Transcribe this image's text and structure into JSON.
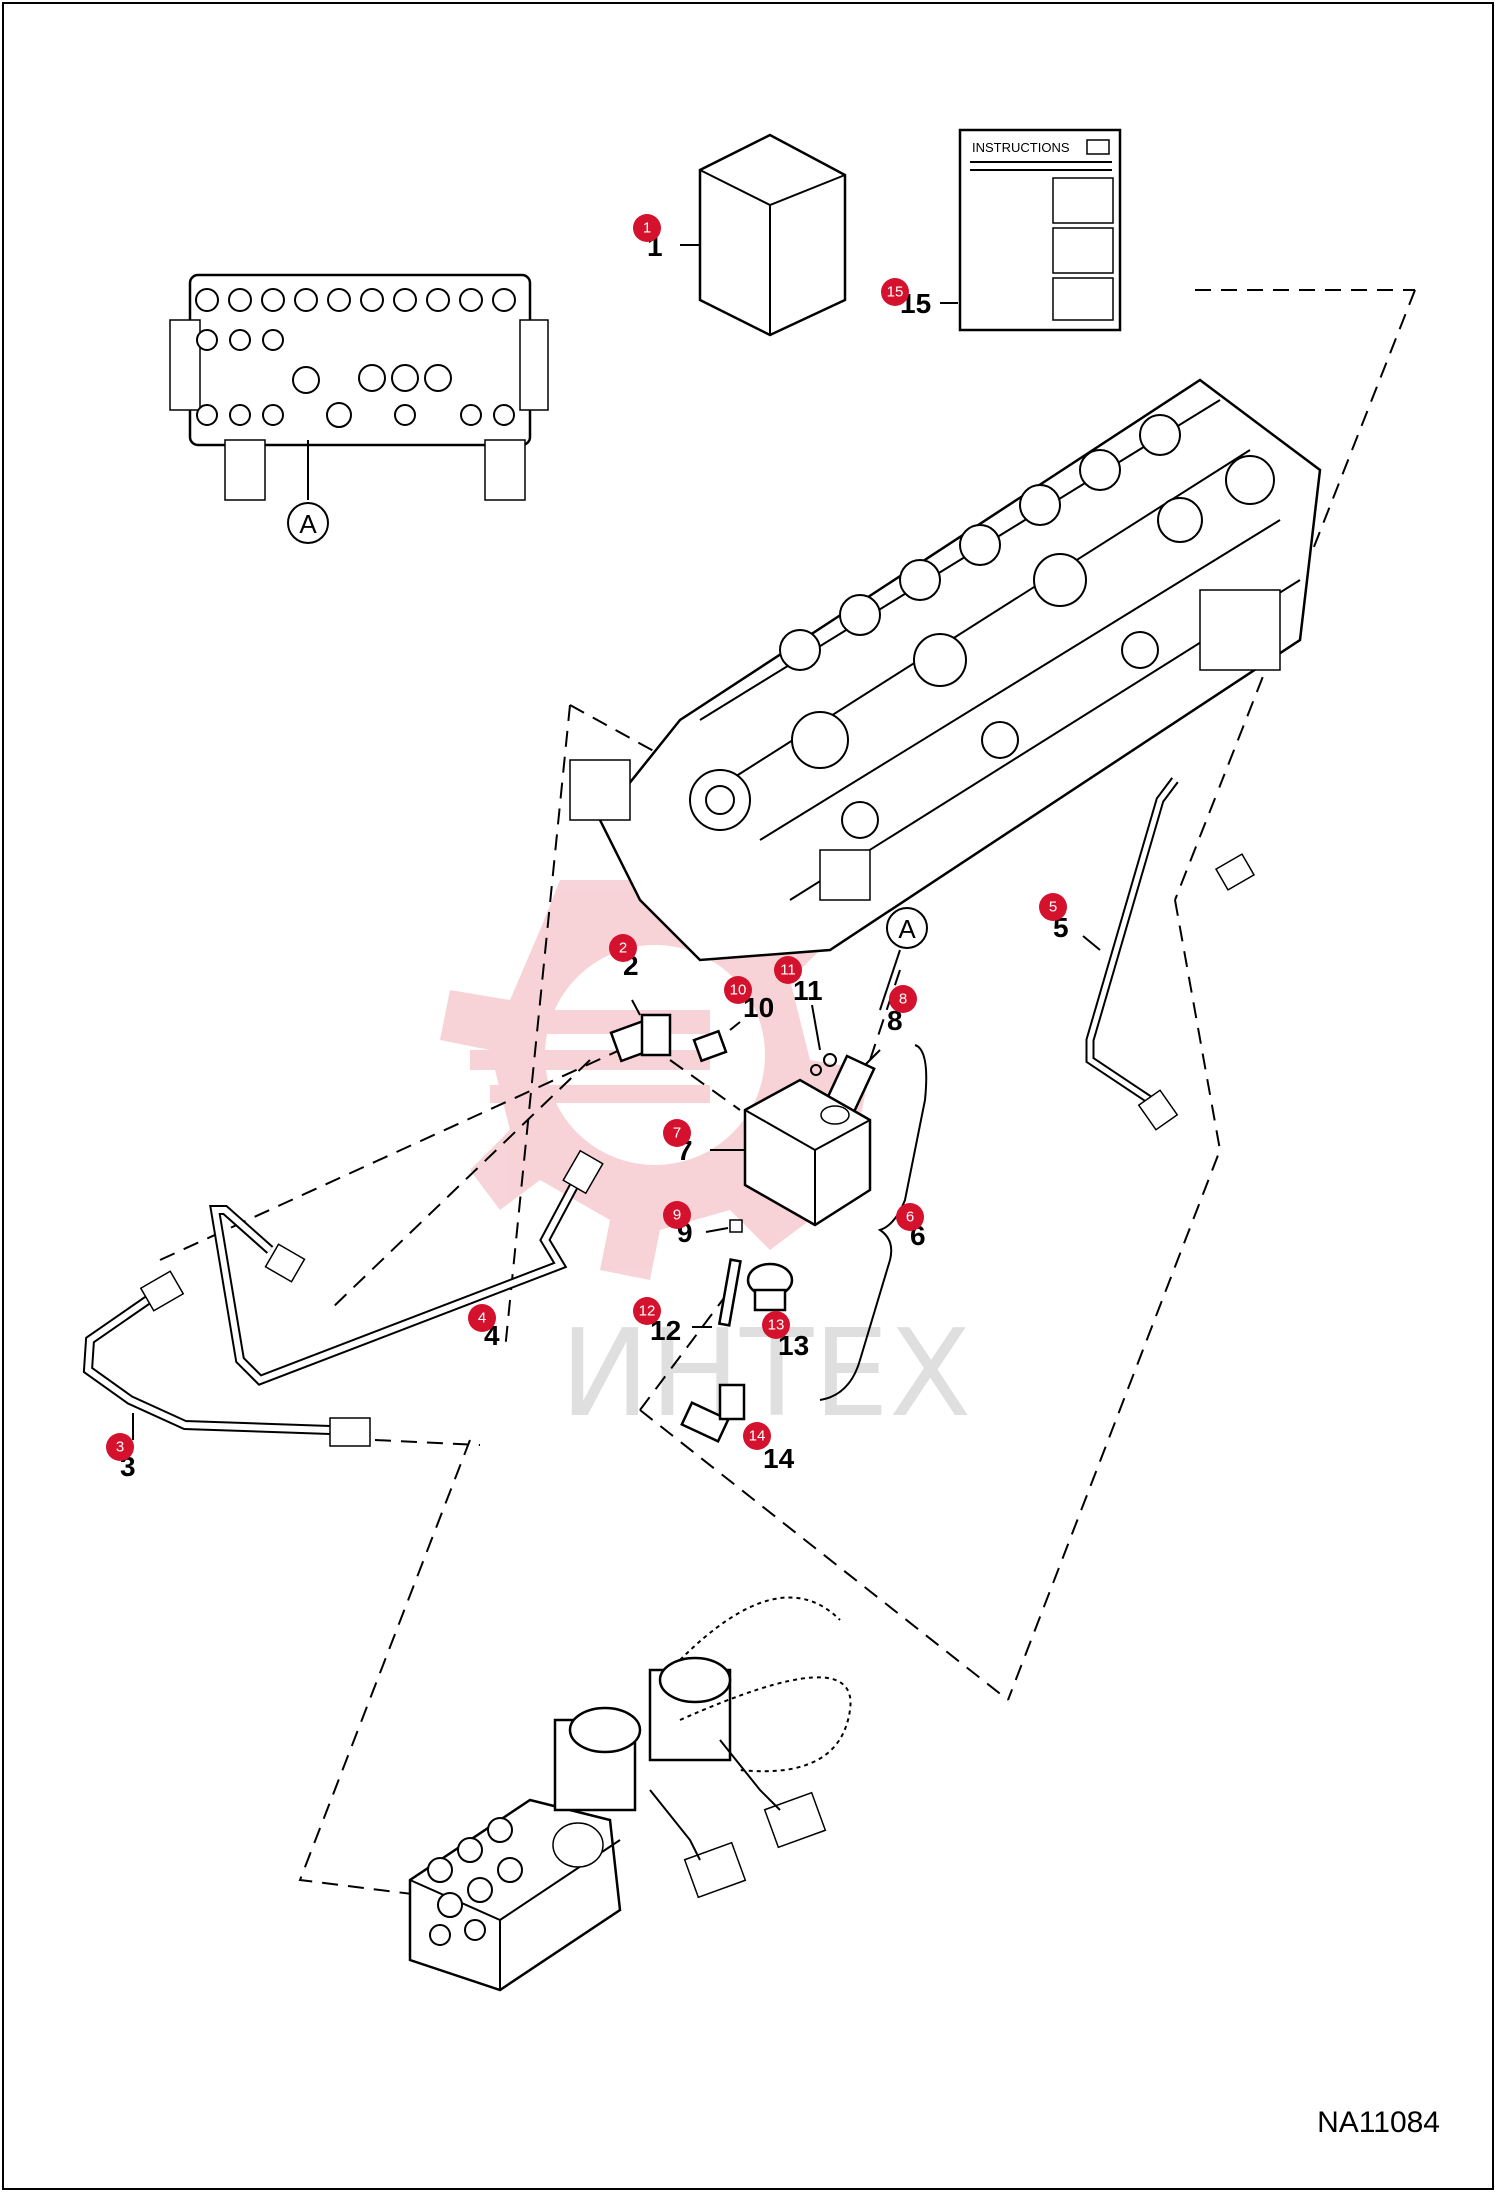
{
  "diagram": {
    "reference_code": "NA11084",
    "instructions_label": "INSTRUCTIONS",
    "view_label": "A",
    "watermark_text": "ИНТЕХ",
    "accent_color": "#d5122e",
    "callouts": [
      "1",
      "2",
      "3",
      "4",
      "5",
      "6",
      "7",
      "8",
      "9",
      "10",
      "11",
      "12",
      "13",
      "14",
      "15"
    ]
  }
}
